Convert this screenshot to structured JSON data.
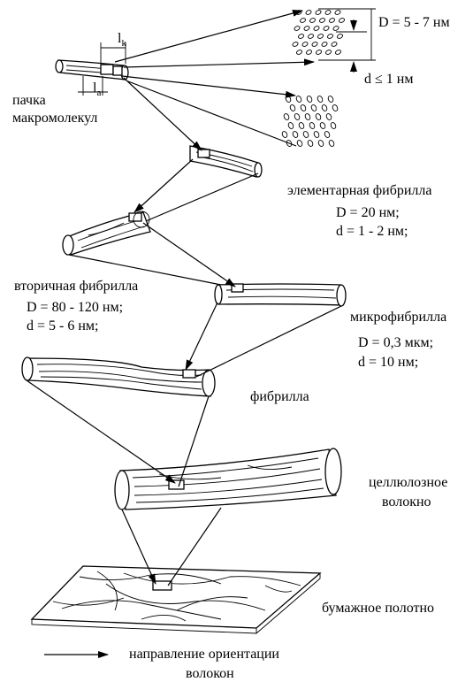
{
  "labels": {
    "bundle_line1": "пачка",
    "bundle_line2": "макромолекул",
    "lk_main": "l",
    "lk_sub": "k",
    "la_main": "l",
    "la_sub": "a",
    "D_top": "D = 5 - 7 нм",
    "d_top": "d ≤ 1 нм",
    "elementary_title": "элементарная фибрилла",
    "elementary_D": "D = 20 нм;",
    "elementary_d": "d = 1 - 2 нм;",
    "secondary_title": "вторичная фибрилла",
    "secondary_D": "D = 80 - 120 нм;",
    "secondary_d": "d = 5 - 6 нм;",
    "micro_title": "микрофибрилла",
    "micro_D": "D = 0,3 мкм;",
    "micro_d": "d = 10 нм;",
    "fibril_title": "фибрилла",
    "cellulose_line1": "целлюлозное",
    "cellulose_line2": "волокно",
    "paper_title": "бумажное полотно",
    "legend_line1": "направление ориентации",
    "legend_line2": "волокон"
  },
  "colors": {
    "ink": "#000000",
    "paper": "#ffffff"
  }
}
